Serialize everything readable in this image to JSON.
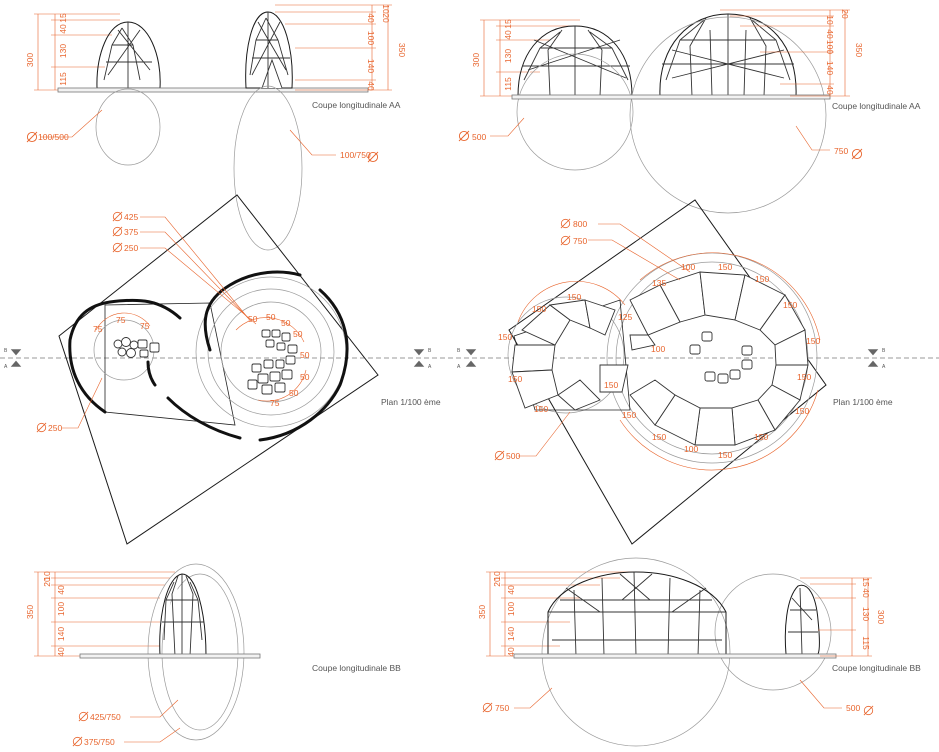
{
  "captions": {
    "section_aa": "Coupe longitudinale AA",
    "section_bb": "Coupe longitudinale BB",
    "plan": "Plan 1/100 ème"
  },
  "markers": {
    "top": "B",
    "bottom": "A"
  },
  "colors": {
    "dimension": "#e8642c",
    "structure": "#333333",
    "caption": "#555555"
  },
  "top_left": {
    "left_stack": [
      "15",
      "40",
      "130",
      "115"
    ],
    "left_total": "300",
    "right_stack": [
      "10",
      "20",
      "40",
      "100",
      "140",
      "40"
    ],
    "right_total": "350",
    "dia_left": "100/500",
    "dia_right": "100/750"
  },
  "top_right": {
    "left_stack": [
      "15",
      "40",
      "130",
      "115"
    ],
    "left_total": "300",
    "right_stack": [
      "20",
      "10",
      "40",
      "100",
      "140",
      "40"
    ],
    "right_total": "350",
    "dia_left": "500",
    "dia_right": "750"
  },
  "mid_left": {
    "dia_labels": [
      "425",
      "375",
      "250"
    ],
    "small_arcs": [
      "75",
      "75",
      "75"
    ],
    "right_arcs": [
      "50",
      "50",
      "50",
      "50",
      "50",
      "50",
      "50",
      "75"
    ],
    "dia_bottom": "250"
  },
  "mid_right": {
    "dia_labels": [
      "800",
      "750"
    ],
    "arc_labels": [
      "100",
      "150",
      "135",
      "150",
      "150",
      "150",
      "150",
      "125",
      "100",
      "150",
      "150",
      "150",
      "150",
      "150",
      "150",
      "150",
      "100",
      "150",
      "150",
      "150",
      "150"
    ],
    "dia_bottom": "500"
  },
  "bottom_left": {
    "stack": [
      "10",
      "20",
      "40",
      "100",
      "140",
      "40"
    ],
    "total": "350",
    "dia_1": "425/750",
    "dia_2": "375/750"
  },
  "bottom_right": {
    "left_stack": [
      "10",
      "20",
      "40",
      "100",
      "140",
      "40"
    ],
    "left_total": "350",
    "right_stack": [
      "15",
      "40",
      "130",
      "115"
    ],
    "right_total": "300",
    "dia_left": "750",
    "dia_right": "500"
  }
}
